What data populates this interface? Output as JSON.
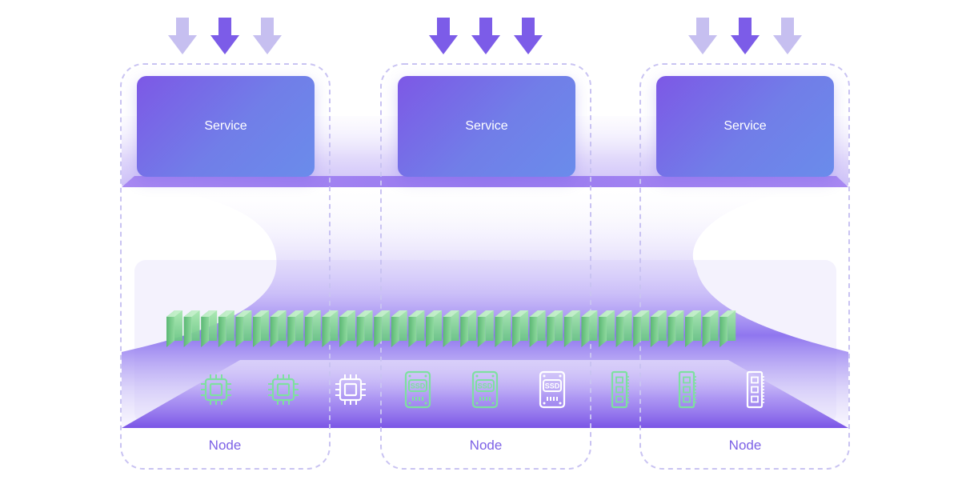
{
  "services": [
    {
      "label": "Service",
      "arrow_states": [
        "faded",
        "active",
        "faded"
      ]
    },
    {
      "label": "Service",
      "arrow_states": [
        "active",
        "active",
        "active"
      ]
    },
    {
      "label": "Service",
      "arrow_states": [
        "faded",
        "active",
        "faded"
      ]
    }
  ],
  "nodes": [
    {
      "label": "Node",
      "resources": [
        {
          "icon": "cpu-chip-icon",
          "state": "active"
        },
        {
          "icon": "cpu-chip-icon",
          "state": "active"
        },
        {
          "icon": "cpu-chip-icon",
          "state": "idle"
        }
      ]
    },
    {
      "label": "Node",
      "resources": [
        {
          "icon": "ssd-icon",
          "state": "active",
          "text": "SSD"
        },
        {
          "icon": "ssd-icon",
          "state": "active",
          "text": "SSD"
        },
        {
          "icon": "ssd-icon",
          "state": "idle",
          "text": "SSD"
        }
      ]
    },
    {
      "label": "Node",
      "resources": [
        {
          "icon": "memory-module-icon",
          "state": "active"
        },
        {
          "icon": "memory-module-icon",
          "state": "active"
        },
        {
          "icon": "memory-module-icon",
          "state": "idle"
        }
      ]
    }
  ],
  "pool_blocks": 33,
  "colors": {
    "service_start": "#7a5ae6",
    "service_end": "#6f86ea",
    "arrow_active": "#7c5ce8",
    "arrow_faded": "#c6bff0",
    "node_border": "#c9c3f2",
    "node_label": "#7d62e6",
    "shelf": "#9b7af0",
    "funnel": "#8b74ee",
    "resource_active": "#7ee0a0",
    "resource_idle": "#ffffff",
    "block_light": "#9fe3a8",
    "block_dark": "#5fbf79"
  }
}
